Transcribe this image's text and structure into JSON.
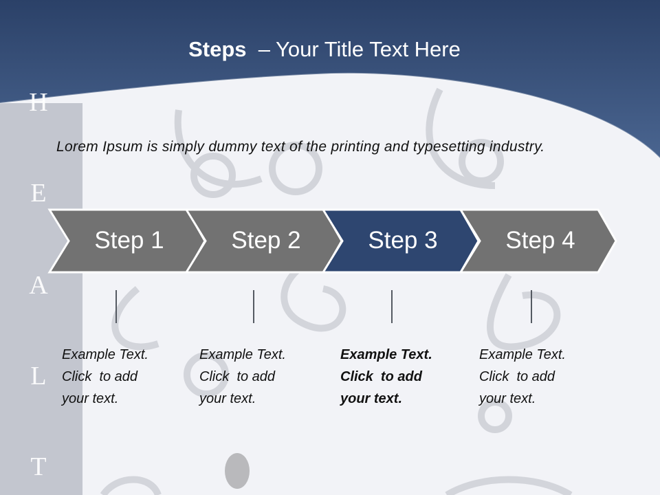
{
  "slide": {
    "title_bold": "Steps",
    "title_rest": "  – Your Title Text Here",
    "intro": "Lorem Ipsum is simply dummy text of the printing and typesetting industry.",
    "sidebar_letters": [
      "H",
      "E",
      "A",
      "L",
      "T"
    ],
    "steps": [
      {
        "label": "Step 1",
        "text": "Example Text.\nClick  to add\nyour text.",
        "active": false
      },
      {
        "label": "Step 2",
        "text": "Example Text.\nClick  to add\nyour text.",
        "active": false
      },
      {
        "label": "Step 3",
        "text": "Example Text.\nClick  to add\nyour text.",
        "active": true
      },
      {
        "label": "Step 4",
        "text": "Example Text.\nClick  to add\nyour text.",
        "active": false
      }
    ]
  },
  "colors": {
    "header_navy": "#2f4a73",
    "chevron_gray": "#727272",
    "chevron_active": "#2e4670",
    "sidebar_gray": "#c3c6cf",
    "text_dark": "#111111"
  }
}
